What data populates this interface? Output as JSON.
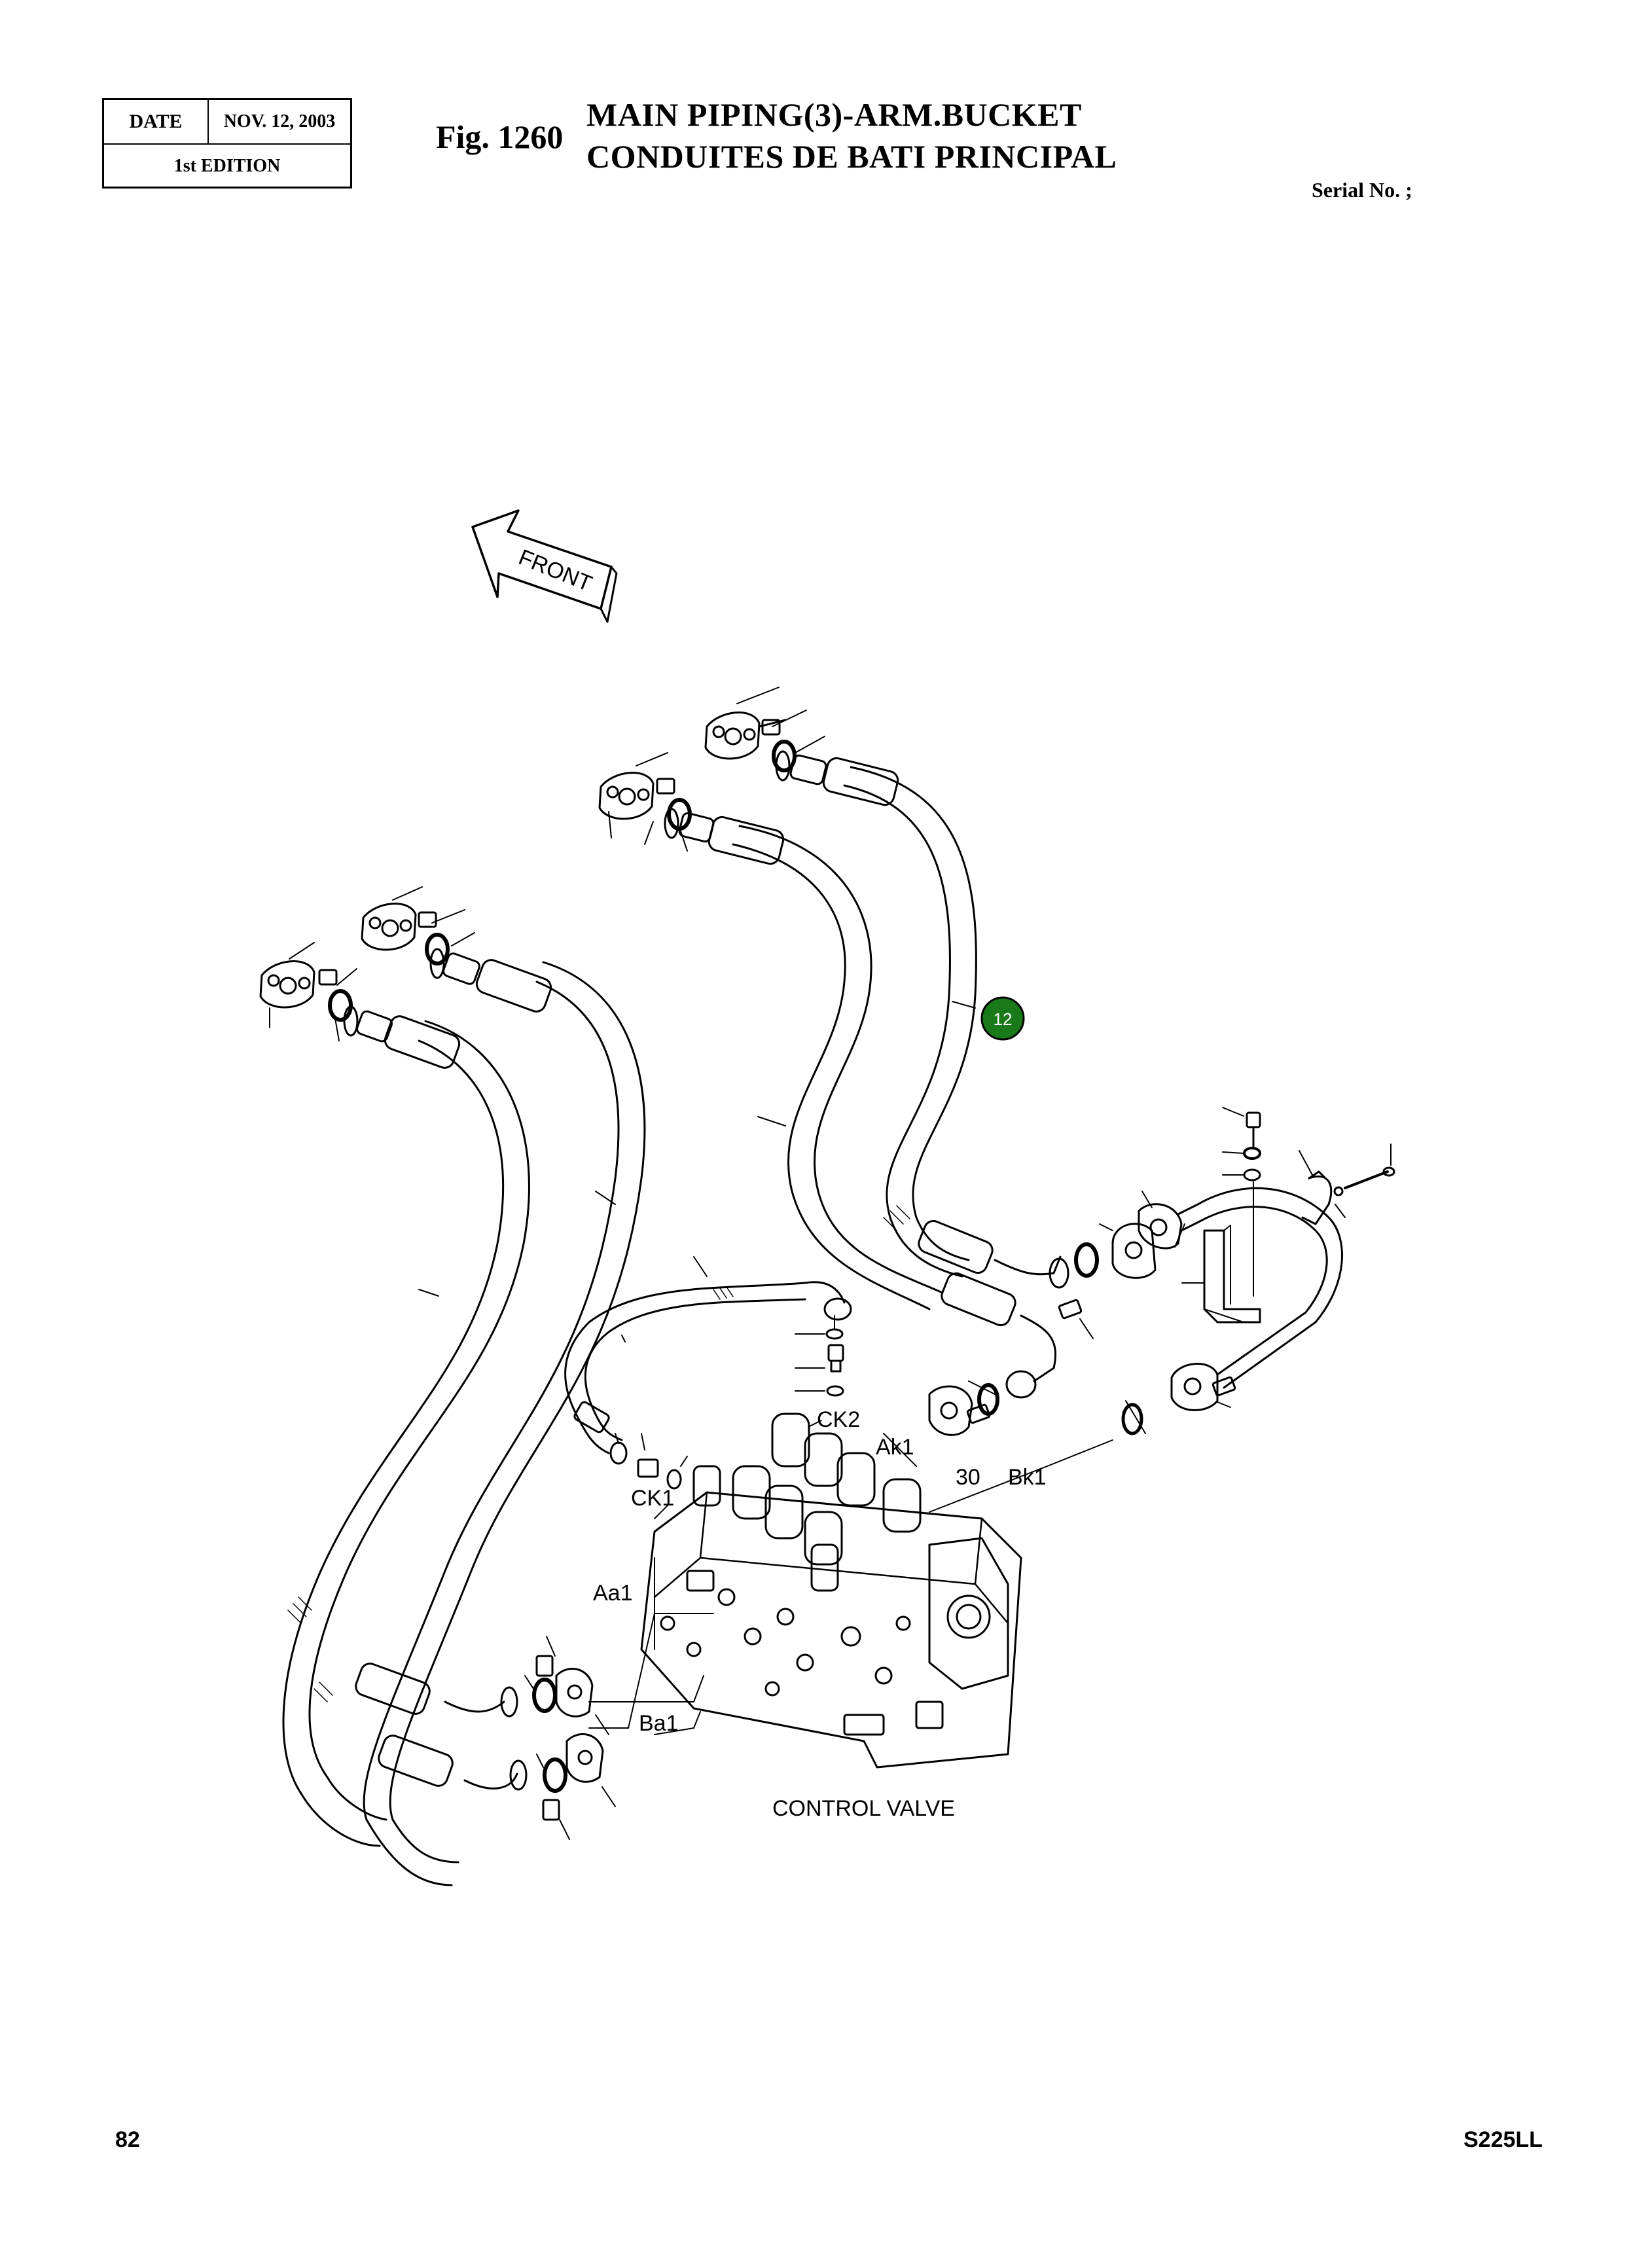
{
  "header": {
    "date_label": "DATE",
    "date_value": "NOV. 12, 2003",
    "edition": "1st EDITION",
    "figure_number": "Fig. 1260",
    "title_en": "MAIN PIPING(3)-ARM.BUCKET",
    "title_fr": "CONDUITES DE BATI PRINCIPAL",
    "serial": "Serial No. ;"
  },
  "diagram": {
    "front_arrow_label": "FRONT",
    "port_labels": {
      "ck2": "CK2",
      "ak1": "Ak1",
      "part_30": "30",
      "bk1": "Bk1",
      "ck1": "CK1",
      "aa1": "Aa1",
      "ba1": "Ba1"
    },
    "control_valve_label": "CONTROL VALVE",
    "callout_number": "12",
    "colors": {
      "callout_fill": "#1a7a1a",
      "line": "#000000"
    }
  },
  "footer": {
    "page_number": "82",
    "model": "S225LL"
  }
}
